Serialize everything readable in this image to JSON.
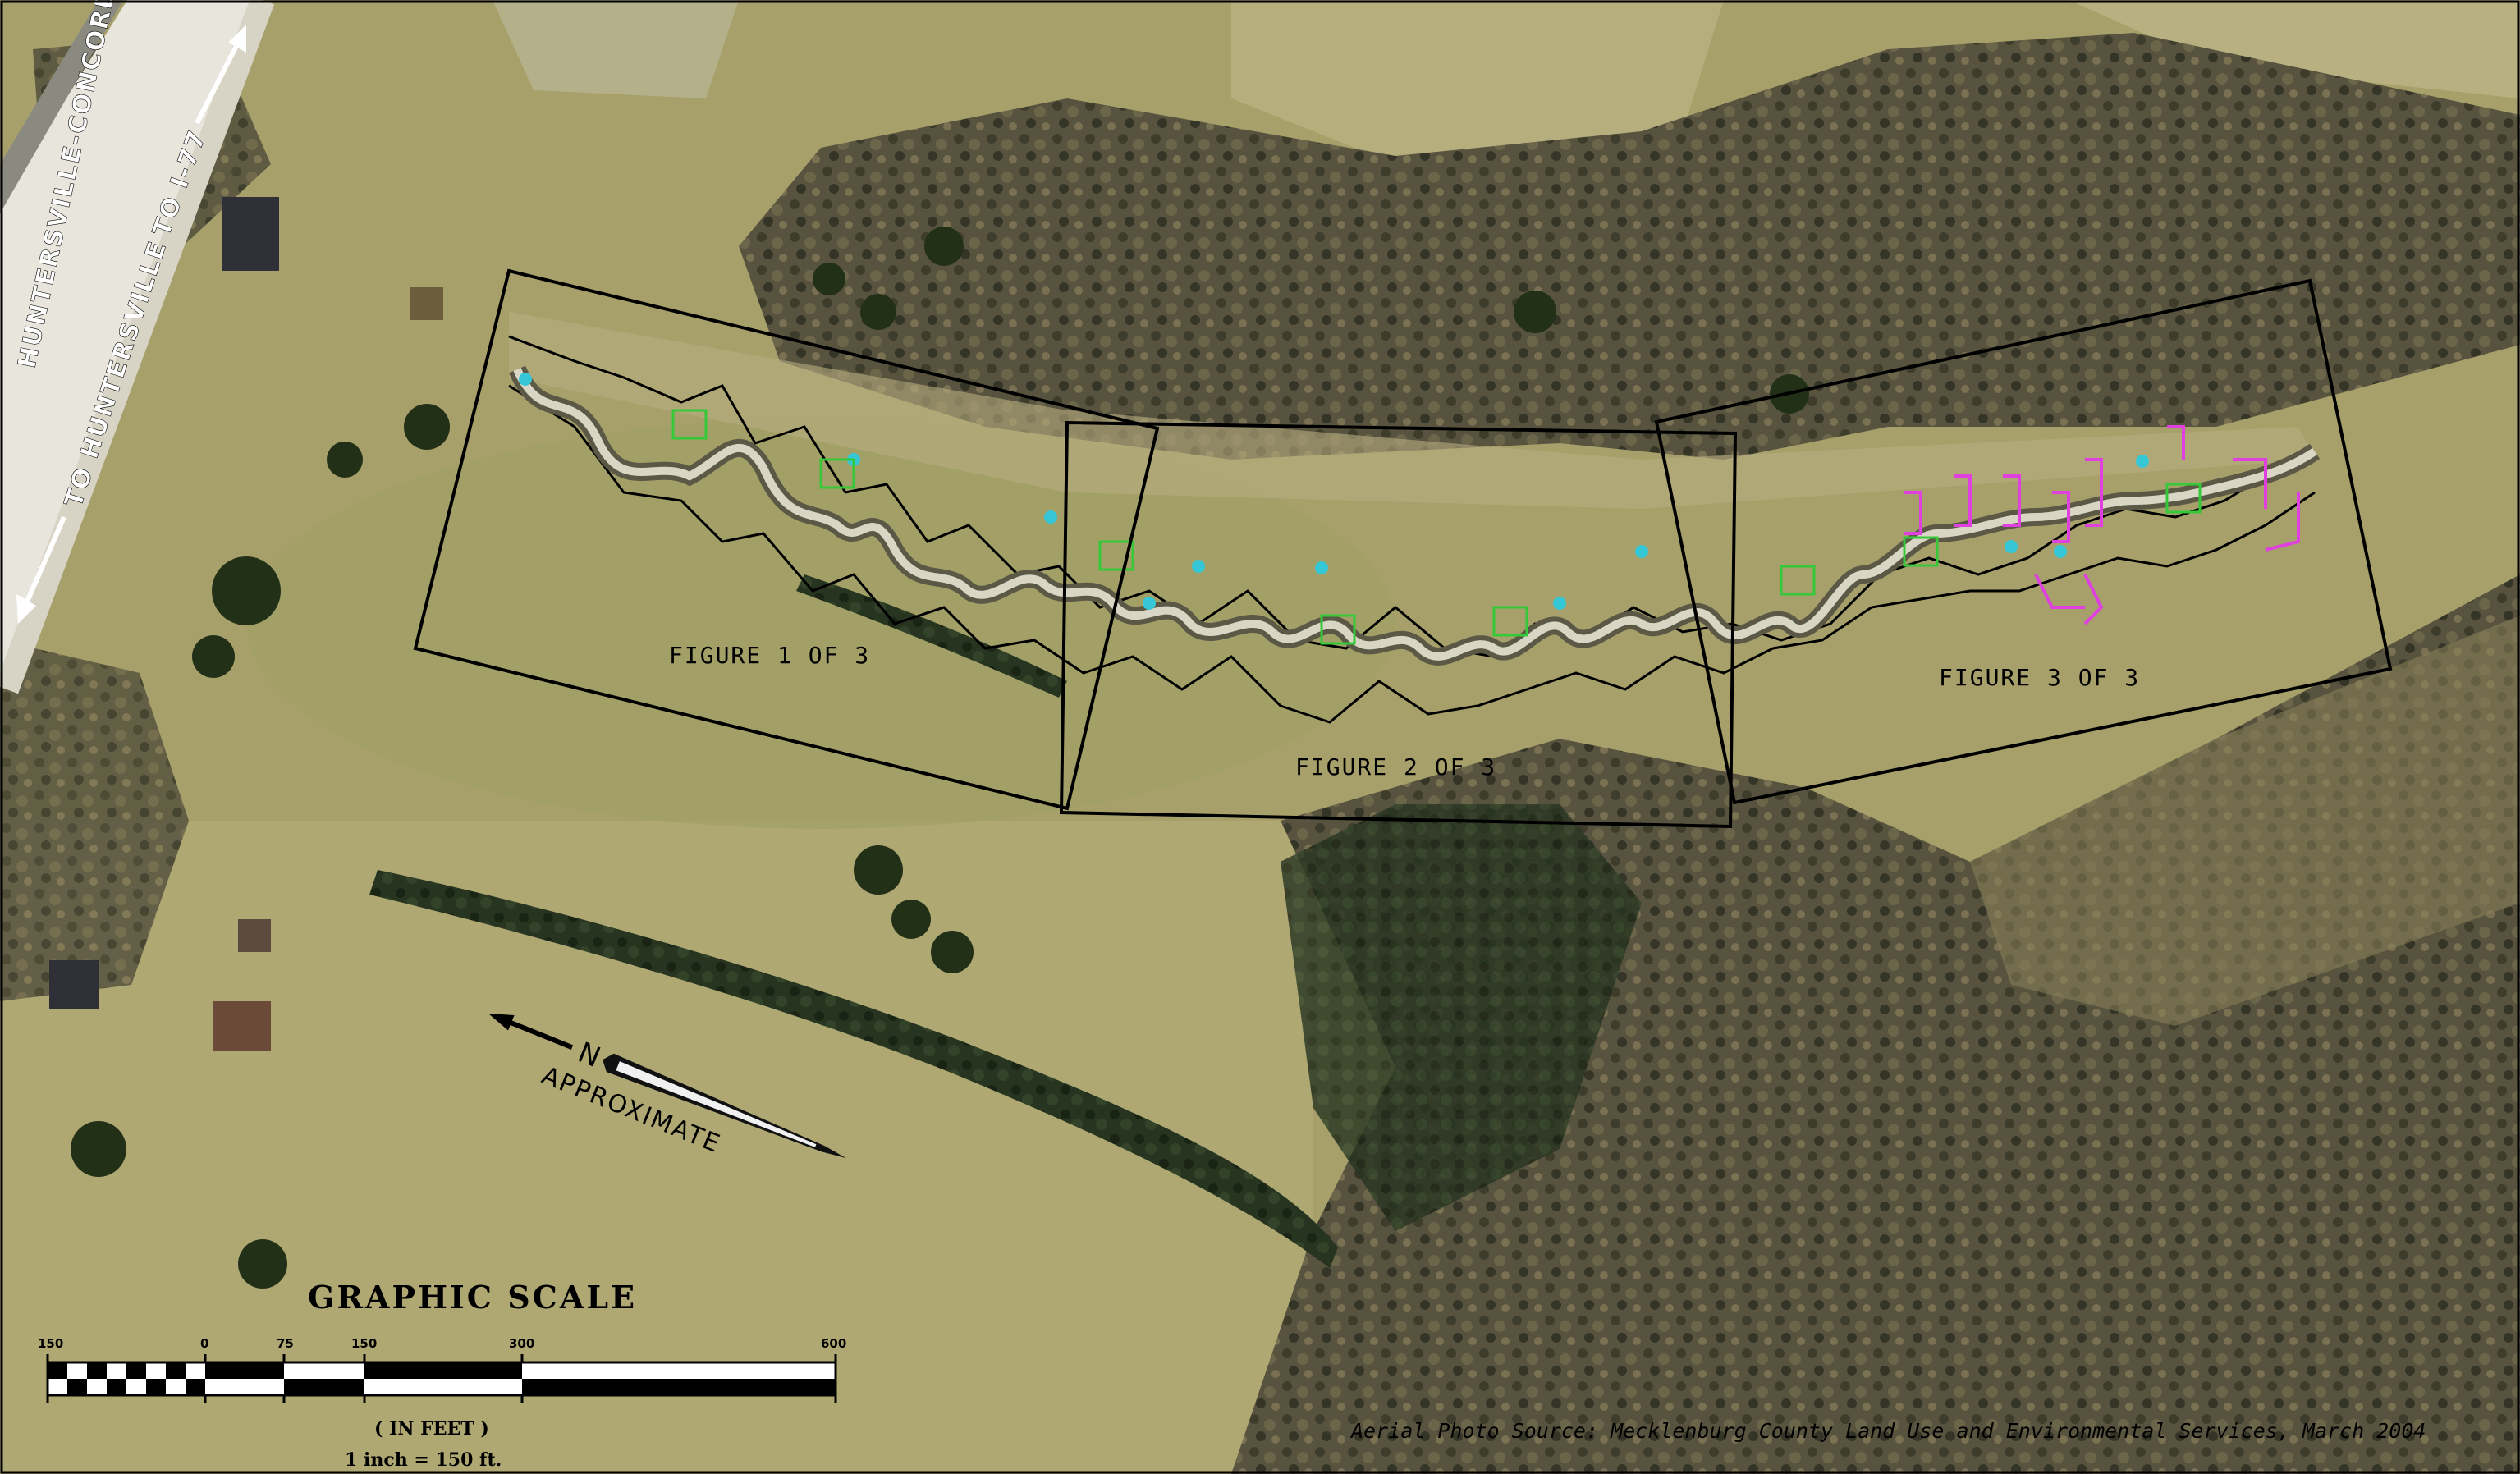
{
  "road": {
    "name": "HUNTERSVILLE-CONCORD ROAD",
    "to_i77": "TO I-77",
    "to_huntersville": "TO HUNTERSVILLE"
  },
  "figures": [
    {
      "label": "FIGURE 1 OF 3"
    },
    {
      "label": "FIGURE 2 OF 3"
    },
    {
      "label": "FIGURE 3 OF 3"
    }
  ],
  "north_arrow": {
    "letter": "N",
    "caption": "APPROXIMATE"
  },
  "scale": {
    "title": "GRAPHIC SCALE",
    "ticks": [
      "150",
      "0",
      "75",
      "150",
      "300",
      "600"
    ],
    "unit": "( IN FEET )",
    "ratio": "1 inch = 150 ft."
  },
  "source": "Aerial Photo Source: Mecklenburg County Land Use and Environmental Services, March 2004",
  "colors": {
    "pasture": "#a6a06c",
    "forest": "#4a4838",
    "trees_dark": "#1f2a16",
    "outline": "#000000",
    "water_marker": "#36c7d6",
    "green_marker": "#35c93a",
    "magenta_marker": "#e040e0"
  }
}
